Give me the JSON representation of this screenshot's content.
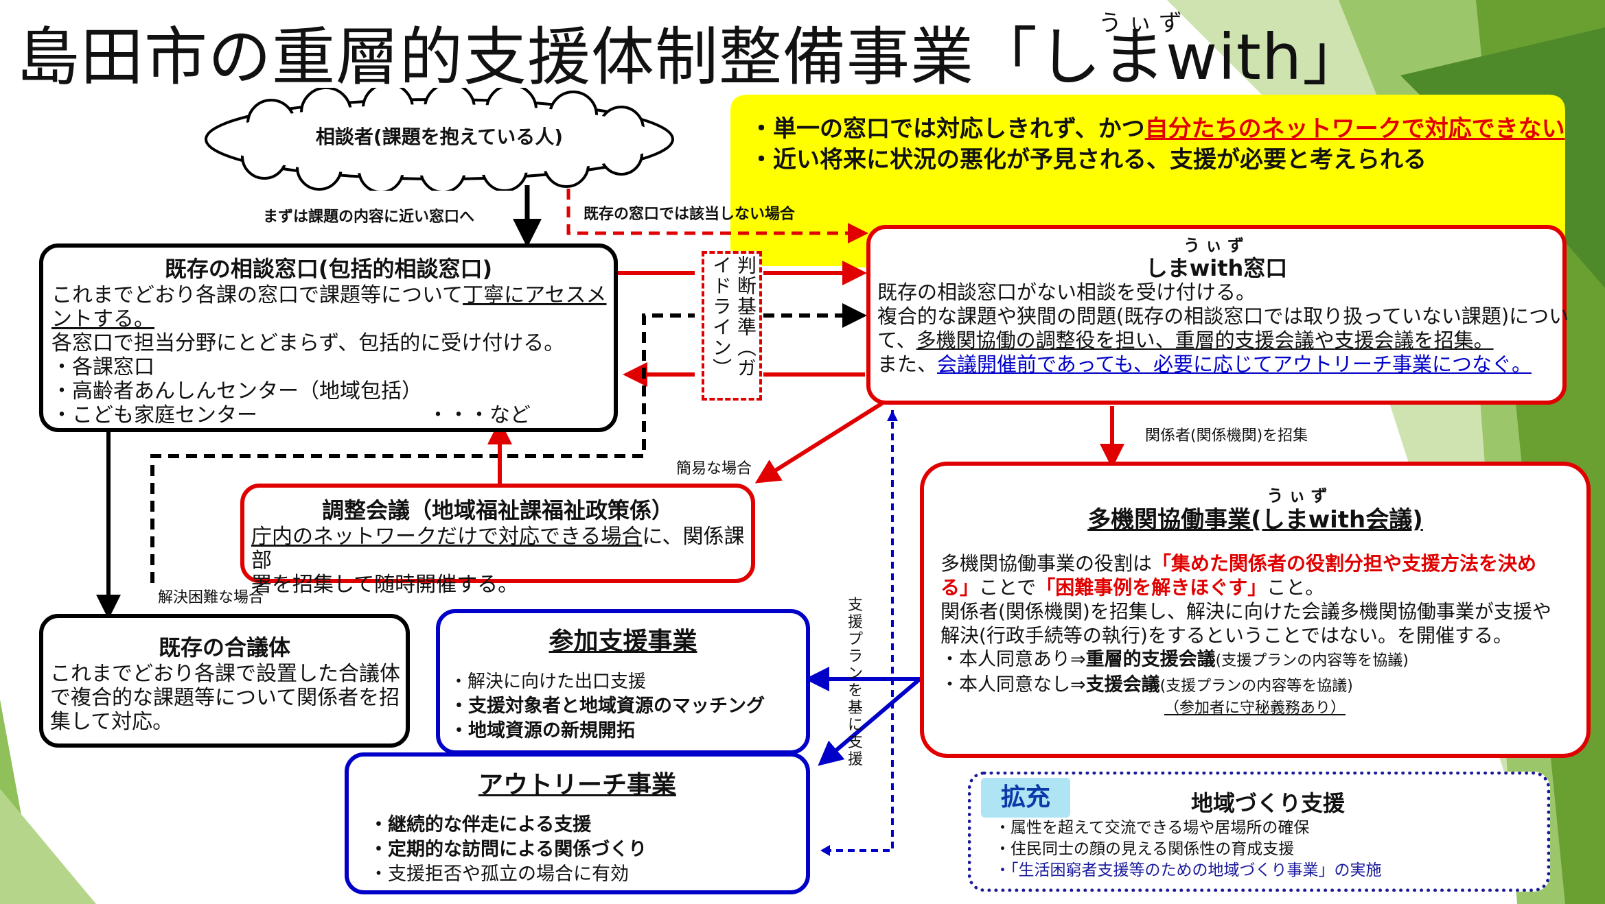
{
  "title": {
    "text": "島田市の重層的支援体制整備事業「しまwith」",
    "ruby": "うぃず"
  },
  "client": {
    "label": "相談者(課題を抱えている人)"
  },
  "arrow_labels": {
    "first_contact": "まずは課題の内容に近い窓口へ",
    "not_applicable": "既存の窓口では該当しない場合",
    "simple_case": "簡易な場合",
    "difficult_case": "解決困難な場合",
    "convene": "関係者(関係機関)を招集",
    "support_plan": "支援プランを基に支援"
  },
  "criteria": {
    "text": "判断基準（ガイドライン）"
  },
  "callout": {
    "line1_prefix": "・単一の窓口では対応しきれず、かつ",
    "line1_emphasis": "自分たちのネットワークで対応できない",
    "line2": "・近い将来に状況の悪化が予見される、支援が必要と考えられる"
  },
  "existing_window": {
    "title": "既存の相談窓口(包括的相談窓口)",
    "line1_plain": "これまでどおり各課の窓口で課題等について",
    "line1_under": "丁寧にアセスメ",
    "line2_under": "ントする。",
    "line3": "各窓口で担当分野にとどまらず、包括的に受け付ける。",
    "items": [
      "・各課窓口",
      "・高齢者あんしんセンター（地域包括）",
      "・こども家庭センター"
    ],
    "etc": "・・・など"
  },
  "shimawith_window": {
    "ruby": "うぃず",
    "title": "しまwith窓口",
    "line1": "既存の相談窓口がない相談を受け付ける。",
    "line2": "複合的な課題や狭間の問題(既存の相談窓口では取り扱っていない課題)につい",
    "line3_plain": "て、",
    "line3_under": "多機関協働の調整役を担い、重層的支援会議や支援会議を招集。",
    "line4_plain": "また、",
    "line4_link": "会議開催前であっても、必要に応じてアウトリーチ事業につなぐ。"
  },
  "coordination": {
    "title": "調整会議（地域福祉課福祉政策係）",
    "line1_under": "庁内のネットワークだけで対応できる場合",
    "line1_plain": "に、関係課部",
    "line2": "署を招集して随時開催する。"
  },
  "multi_agency": {
    "ruby": "うぃず",
    "title": "多機関協働事業(しまwith会議)",
    "p1_a": "多機関協働事業の役割は",
    "p1_b": "「集めた関係者の役割分担や支援方法を決め",
    "p1_c": "る」",
    "p1_d": "ことで",
    "p1_e": "「困難事例を解きほぐす」",
    "p1_f": "こと。",
    "p2": "関係者(関係機関)を招集し、解決に向けた会議多機関協働事業が支援や",
    "p3": "解決(行政手続等の執行)をするということではない。を開催する。",
    "b1_a": "・本人同意あり⇒",
    "b1_b": "重層的支援会議",
    "b1_c": "(支援プランの内容等を協議)",
    "b2_a": "・本人同意なし⇒",
    "b2_b": "支援会議",
    "b2_c": "(支援プランの内容等を協議)",
    "note": "（参加者に守秘義務あり）"
  },
  "existing_council": {
    "title": "既存の合議体",
    "line1": "これまでどおり各課で設置した合議体",
    "line2": "で複合的な課題等について関係者を招",
    "line3": "集して対応。"
  },
  "participation": {
    "title": "参加支援事業",
    "items": [
      "・解決に向けた出口支援",
      "・支援対象者と地域資源のマッチング",
      "・地域資源の新規開拓"
    ]
  },
  "outreach": {
    "title": "アウトリーチ事業",
    "items": [
      "・継続的な伴走による支援",
      "・定期的な訪問による関係づくり",
      "・支援拒否や孤立の場合に有効"
    ]
  },
  "community": {
    "badge": "拡充",
    "title": "地域づくり支援",
    "items": [
      "・属性を超えて交流できる場や居場所の確保",
      "・住民同士の顔の見える関係性の育成支援",
      "・「生活困窮者支援等のための地域づくり事業」の実施"
    ]
  },
  "colors": {
    "red": "#e00000",
    "blue": "#0000c8",
    "yellow": "#ffff00",
    "green": "#6aa031"
  }
}
